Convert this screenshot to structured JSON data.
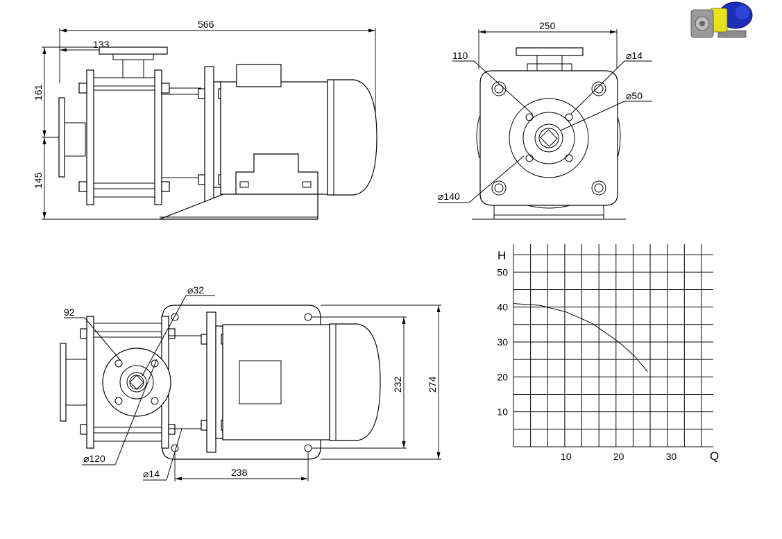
{
  "side_view": {
    "overall_length": "566",
    "flange_offset": "133",
    "height_upper": "161",
    "height_lower": "145"
  },
  "front_view": {
    "width": "250",
    "bolt_circle": "110",
    "hole_dia": "⌀14",
    "bore_dia": "⌀50",
    "flange_dia": "⌀140"
  },
  "top_view": {
    "bolt_circle": "92",
    "bore_dia": "⌀32",
    "flange_dia": "⌀120",
    "base_hole_dia": "⌀14",
    "hole_spacing_x": "238",
    "hole_spacing_y": "232",
    "base_width": "274"
  },
  "thumbnail": {
    "colors": {
      "motor": "#1c2fb8",
      "adapter": "#e6e21a",
      "pump": "#9a9a9a"
    }
  },
  "chart_data": {
    "type": "line",
    "title": "",
    "xlabel": "Q",
    "ylabel": "H",
    "xlim": [
      0,
      38
    ],
    "ylim": [
      0,
      58
    ],
    "x_ticks": [
      10,
      20,
      30
    ],
    "y_ticks": [
      10,
      20,
      30,
      40,
      50
    ],
    "grid": true,
    "series": [
      {
        "x": [
          0,
          5,
          10,
          15,
          20,
          23,
          25.5
        ],
        "y": [
          41,
          40.5,
          38.6,
          35.3,
          30,
          26,
          21.5
        ]
      }
    ]
  }
}
